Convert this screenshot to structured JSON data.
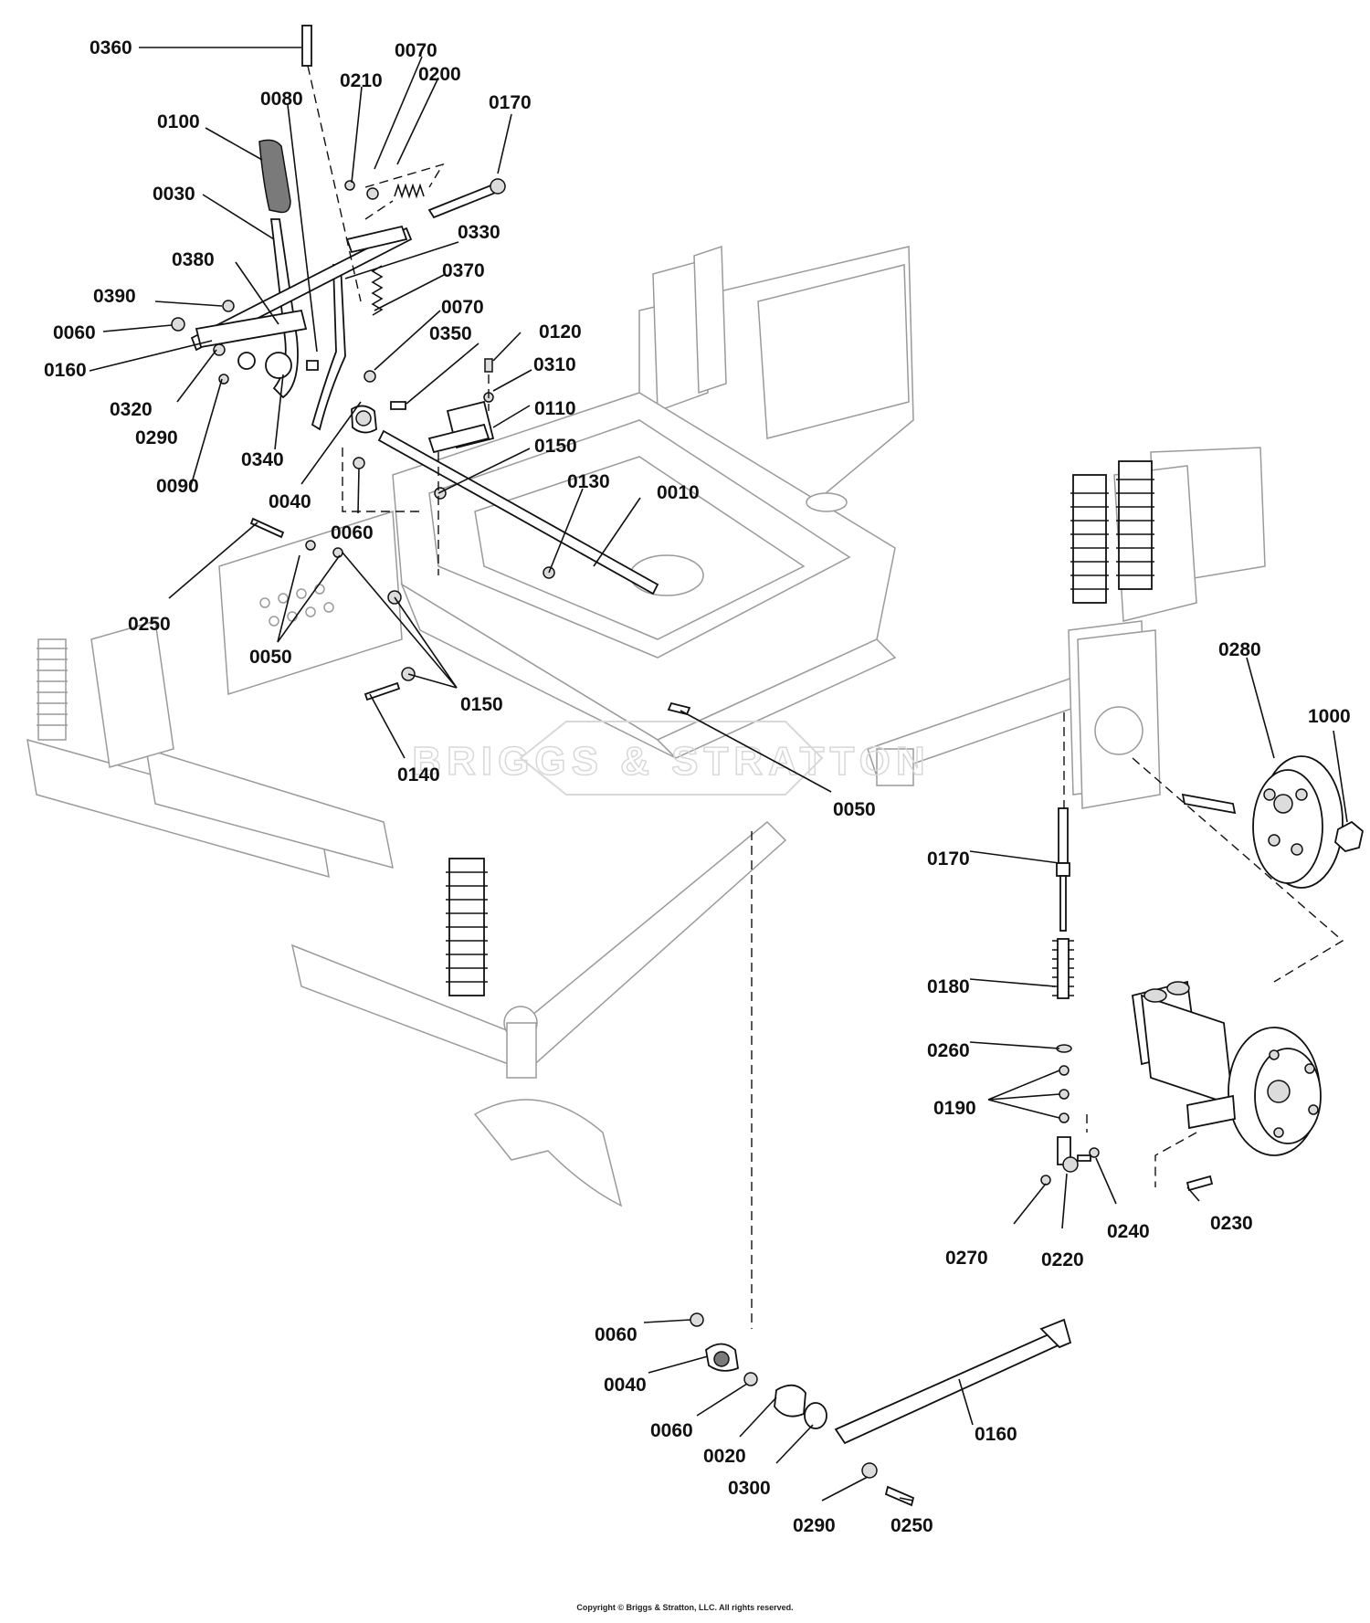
{
  "labels": {
    "l0360": "0360",
    "l0070a": "0070",
    "l0210": "0210",
    "l0200": "0200",
    "l0080": "0080",
    "l0170a": "0170",
    "l0100": "0100",
    "l0030": "0030",
    "l0330": "0330",
    "l0380": "0380",
    "l0370": "0370",
    "l0390": "0390",
    "l0070b": "0070",
    "l0060a": "0060",
    "l0350": "0350",
    "l0120": "0120",
    "l0160a": "0160",
    "l0310": "0310",
    "l0320": "0320",
    "l0110": "0110",
    "l0290a": "0290",
    "l0340": "0340",
    "l0150a": "0150",
    "l0090": "0090",
    "l0130": "0130",
    "l0010": "0010",
    "l0040a": "0040",
    "l0060b": "0060",
    "l0250a": "0250",
    "l0050a": "0050",
    "l0150b": "0150",
    "l0280": "0280",
    "l1000": "1000",
    "l0140": "0140",
    "l0050b": "0050",
    "l0170b": "0170",
    "l0180": "0180",
    "l0260": "0260",
    "l0190": "0190",
    "l0270": "0270",
    "l0220": "0220",
    "l0240": "0240",
    "l0230": "0230",
    "l0060c": "0060",
    "l0040b": "0040",
    "l0060d": "0060",
    "l0020": "0020",
    "l0300": "0300",
    "l0160b": "0160",
    "l0290b": "0290",
    "l0250b": "0250"
  },
  "watermark": "BRIGGS & STRATTON",
  "copyright": "Copyright © Briggs & Stratton, LLC. All rights reserved."
}
